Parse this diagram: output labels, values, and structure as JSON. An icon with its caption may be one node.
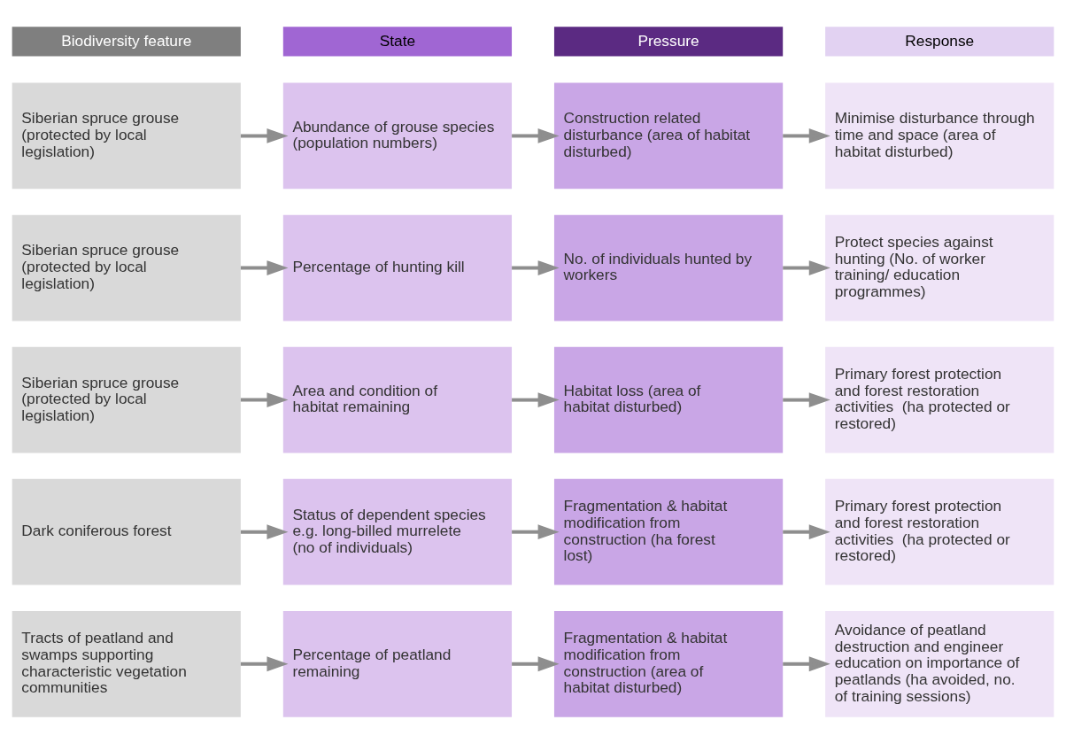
{
  "diagram": {
    "nodes": [
      {
        "text": [
          "Biodiversity feature"
        ]
      },
      {
        "text": [
          "State"
        ]
      },
      {
        "text": [
          "Pressure"
        ]
      },
      {
        "text": [
          "Response"
        ]
      },
      {
        "text": [
          "Siberian spruce grouse (protected by local legislation)"
        ]
      },
      {
        "text": [
          "Abundance of grouse species (population numbers)"
        ]
      },
      {
        "text": [
          "Construction related disturbance (area of habitat disturbed)"
        ]
      },
      {
        "text": [
          "Minimise disturbance through time and space (area of habitat disturbed)"
        ]
      },
      {
        "text": [
          "Siberian spruce grouse (protected by local legislation)"
        ]
      },
      {
        "text": [
          "Percentage of hunting kill"
        ]
      },
      {
        "text": [
          "No. of individuals hunted by workers"
        ]
      },
      {
        "text": [
          "Protect species against hunting (No. of worker training/ education programmes)"
        ]
      },
      {
        "text": [
          "Siberian spruce grouse (protected by local legislation)"
        ]
      },
      {
        "text": [
          "Area and condition of habitat remaining"
        ]
      },
      {
        "text": [
          "Habitat loss (area of habitat disturbed)"
        ]
      },
      {
        "text": [
          "Primary forest protection and forest restoration activities  (ha protected or restored)"
        ]
      },
      {
        "text": [
          "Dark coniferous forest"
        ]
      },
      {
        "text": [
          "Status of dependent species e.g. long-billed murrelete (no of individuals)"
        ]
      },
      {
        "text": [
          "Fragmentation & habitat modification from construction (ha forest lost)"
        ]
      },
      {
        "text": [
          "Primary forest protection and forest restoration activities  (ha protected or restored)"
        ]
      },
      {
        "text": [
          "Tracts of peatland and swamps supporting characteristic vegetation communities"
        ]
      },
      {
        "text": [
          "Percentage of peatland remaining"
        ]
      },
      {
        "text": [
          "Fragmentation & habitat modification from construction (area of habitat disturbed)"
        ]
      },
      {
        "text": [
          "Avoidance of peatland destruction and engineer education on importance of peatlands (ha avoided, no. of training sessions)"
        ]
      }
    ],
    "edges": [
      {
        "from": 4,
        "to": 5,
        "arrow": "to"
      },
      {
        "from": 5,
        "to": 6,
        "arrow": "to"
      },
      {
        "from": 6,
        "to": 7,
        "arrow": "to"
      },
      {
        "from": 8,
        "to": 9,
        "arrow": "to"
      },
      {
        "from": 9,
        "to": 10,
        "arrow": "to"
      },
      {
        "from": 10,
        "to": 11,
        "arrow": "to"
      },
      {
        "from": 12,
        "to": 13,
        "arrow": "to"
      },
      {
        "from": 13,
        "to": 14,
        "arrow": "to"
      },
      {
        "from": 14,
        "to": 15,
        "arrow": "to"
      },
      {
        "from": 16,
        "to": 17,
        "arrow": "to"
      },
      {
        "from": 17,
        "to": 18,
        "arrow": "to"
      },
      {
        "from": 18,
        "to": 19,
        "arrow": "to"
      },
      {
        "from": 20,
        "to": 21,
        "arrow": "to"
      },
      {
        "from": 21,
        "to": 22,
        "arrow": "to"
      },
      {
        "from": 22,
        "to": 23,
        "arrow": "to"
      }
    ]
  }
}
